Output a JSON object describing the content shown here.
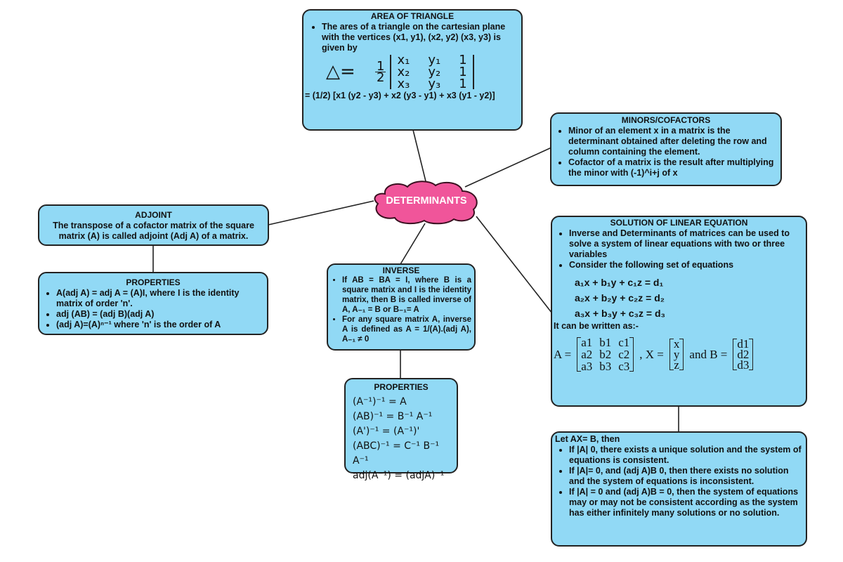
{
  "center": {
    "label": "DETERMINANTS",
    "color": "#f0559a"
  },
  "box_color": "#91d9f5",
  "area_of_triangle": {
    "title": "AREA OF TRIANGLE",
    "bullet": "The ares of a triangle on the cartesian plane with the vertices (x1, y1), (x2, y2) (x3, y3) is given by",
    "delta": "△=",
    "half_num": "1",
    "half_den": "2",
    "matrix": [
      [
        "x₁",
        "y₁",
        "1"
      ],
      [
        "x₂",
        "y₂",
        "1"
      ],
      [
        "x₃",
        "y₃",
        "1"
      ]
    ],
    "formula": "= (1/2) [x1 (y2 - y3) + x2 (y3 - y1) + x3 (y1 - y2)]"
  },
  "minors": {
    "title": "MINORS/COFACTORS",
    "bullets": [
      "Minor of an element x in a matrix is the determinant obtained after deleting the row and column containing the element.",
      "Cofactor of a matrix is the result after multiplying the minor with (-1)^i+j of x"
    ]
  },
  "adjoint": {
    "title": "ADJOINT",
    "text": "The transpose of a cofactor matrix of the square matrix (A) is called adjoint (Adj A) of a matrix."
  },
  "adjoint_properties": {
    "title": "PROPERTIES",
    "bullets": [
      "A(adj A) = adj A = (A)I, where I is the identity matrix of order 'n'.",
      "adj (AB) = (adj B)(adj A)",
      "(adj A)=(A)ⁿ⁻¹ where 'n' is the order of A"
    ]
  },
  "inverse": {
    "title": "INVERSE",
    "bullets": [
      "If AB = BA = I, where B is a square matrix and I is the identity matrix, then B is called inverse of A, A₋₁ = B or B₋₁= A",
      "For any square matrix A, inverse A is defined as A = 1/(A).(adj A), A₋₁ ≠ 0"
    ]
  },
  "inverse_properties": {
    "title": "PROPERTIES",
    "lines": [
      "(A⁻¹)⁻¹ = A",
      "(AB)⁻¹ = B⁻¹ A⁻¹",
      "(A')⁻¹ = (A⁻¹)'",
      "(ABC)⁻¹ = C⁻¹ B⁻¹ A⁻¹",
      "adj(A⁻¹) = (adjA)⁻¹"
    ]
  },
  "solution": {
    "title": "SOLUTION OF LINEAR EQUATION",
    "bullets": [
      "Inverse and Determinants of matrices can be used to solve a system of linear equations with two or three variables",
      "Consider the following set of equations"
    ],
    "equations": [
      "a₁x + b₁y + c₁z = d₁",
      "a₂x + b₂y + c₂z = d₂",
      "a₃x + b₃y + c₃z = d₃"
    ],
    "written_as": "It can be written as:-",
    "A_label": "A =",
    "A_matrix": [
      [
        "a1",
        "b1",
        "c1"
      ],
      [
        "a2",
        "b2",
        "c2"
      ],
      [
        "a3",
        "b3",
        "c3"
      ]
    ],
    "X_label": ", X =",
    "X_vector": [
      "x",
      "y",
      "z"
    ],
    "and_B_label": "and B =",
    "B_vector": [
      "d1",
      "d2",
      "d3"
    ]
  },
  "cases": {
    "intro": "Let AX= B, then",
    "bullets": [
      "If |A|  0, there exists a unique solution and the system of equations is consistent.",
      "If |A|= 0, and (adj A)B  0, then there exists no solution and the system of equations is inconsistent.",
      "If |A| = 0 and (adj A)B = 0, then the system of equations may or may not be consistent according as the system has either infinitely many solutions or no solution."
    ]
  }
}
